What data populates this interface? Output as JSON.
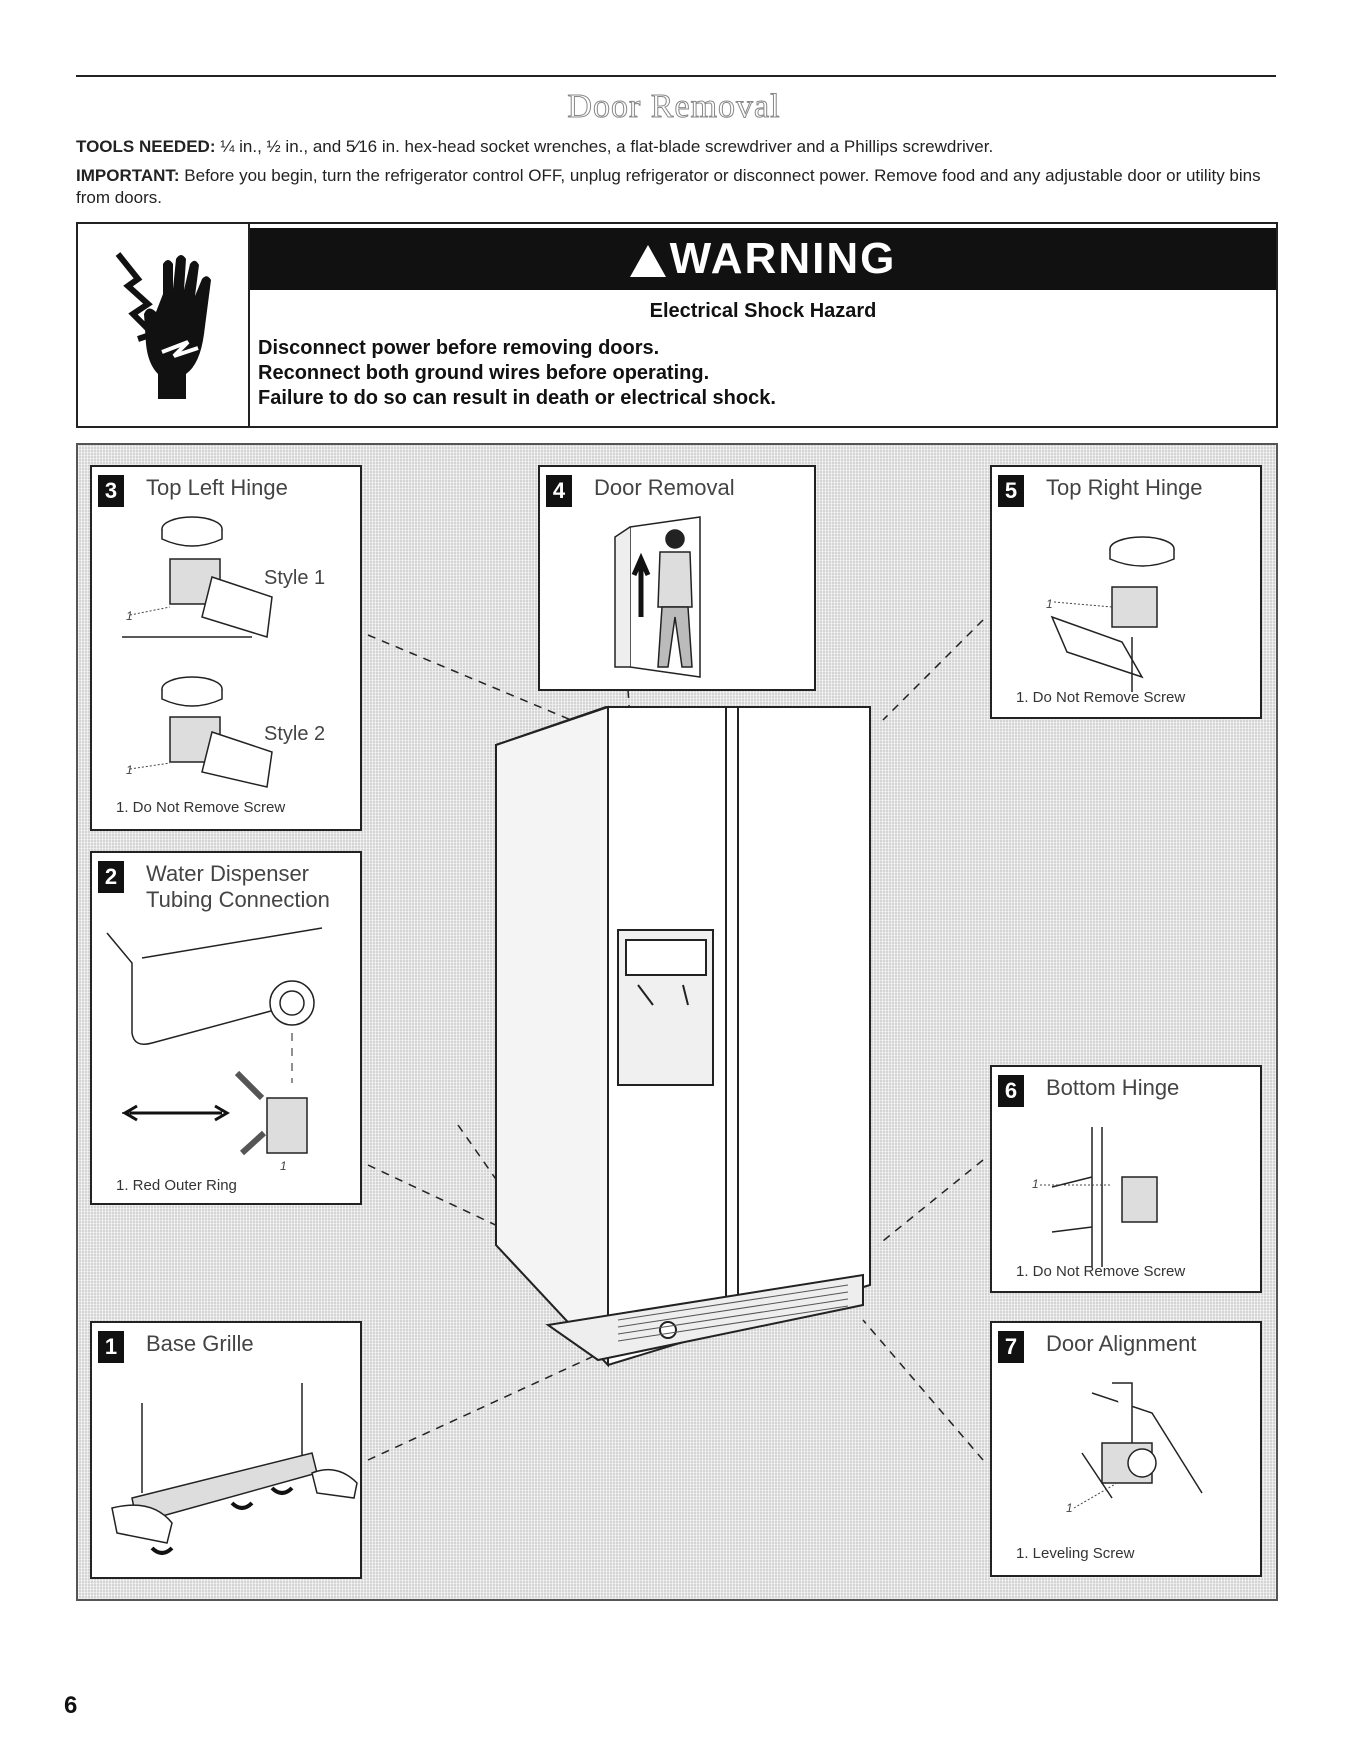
{
  "page": {
    "title": "Door Removal",
    "tools_label": "TOOLS NEEDED:",
    "tools_text": "¼ in., ½ in., and 5⁄16 in. hex-head socket wrenches, a flat-blade screwdriver and a Phillips screwdriver.",
    "important_label": "IMPORTANT:",
    "important_text": "Before you begin, turn the refrigerator control OFF, unplug refrigerator or disconnect power. Remove food and any adjustable door or utility bins from doors.",
    "page_number": "6"
  },
  "warning": {
    "heading": "WARNING",
    "hazard": "Electrical Shock Hazard",
    "line1": "Disconnect power before removing doors.",
    "line2": "Reconnect both ground wires before operating.",
    "line3": "Failure to do so can result in death or electrical shock.",
    "icon": "electrical-shock-hand-icon"
  },
  "panels": {
    "p3": {
      "num": "3",
      "title": "Top Left Hinge",
      "style1": "Style 1",
      "style2": "Style 2",
      "callout": "1",
      "caption": "1. Do Not Remove Screw"
    },
    "p4": {
      "num": "4",
      "title": "Door Removal"
    },
    "p5": {
      "num": "5",
      "title": "Top Right Hinge",
      "callout": "1",
      "caption": "1. Do Not Remove Screw"
    },
    "p2": {
      "num": "2",
      "title_line1": "Water Dispenser",
      "title_line2": "Tubing Connection",
      "callout": "1",
      "caption": "1. Red Outer Ring"
    },
    "p6": {
      "num": "6",
      "title": "Bottom Hinge",
      "callout": "1",
      "caption": "1. Do Not Remove Screw"
    },
    "p1": {
      "num": "1",
      "title": "Base Grille"
    },
    "p7": {
      "num": "7",
      "title": "Door Alignment",
      "callout": "1",
      "caption": "1. Leveling Screw"
    }
  }
}
